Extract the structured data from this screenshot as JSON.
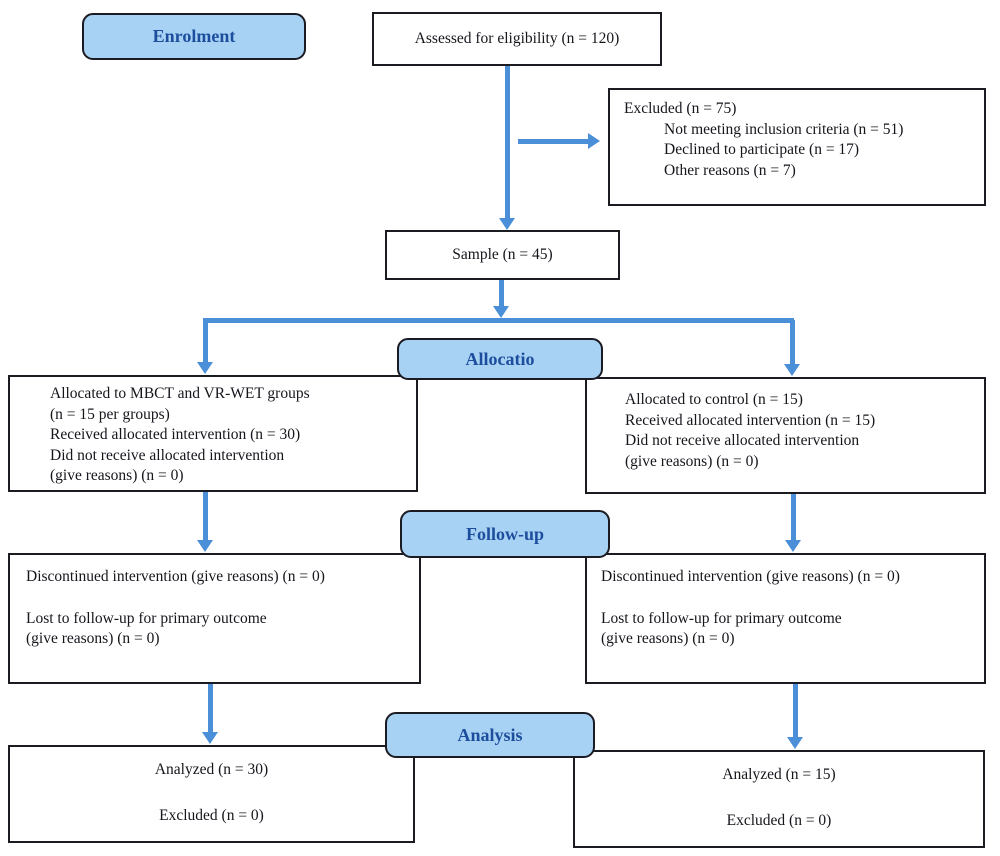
{
  "palette": {
    "label_fill": "#A8D2F4",
    "label_border": "#1B1B22",
    "label_text": "#1D4E9E",
    "arrow_blue": "#4A8FD8",
    "box_border": "#1B1B22",
    "box_fill": "#FFFFFF",
    "text_color": "#15151C",
    "background": "#FFFFFF"
  },
  "stages": {
    "enrolment": "Enrolment",
    "allocation": "Allocatio",
    "followup": "Follow-up",
    "analysis": "Analysis"
  },
  "boxes": {
    "assessed": "Assessed for eligibility (n = 120)",
    "excluded": {
      "title": "Excluded (n = 75)",
      "items": [
        "Not meeting inclusion criteria (n = 51)",
        "Declined to participate (n = 17)",
        "Other reasons (n = 7)"
      ]
    },
    "sample": "Sample (n = 45)",
    "allocation_left": {
      "lines": [
        "Allocated to MBCT and VR-WET groups",
        "(n = 15 per groups)",
        "Received allocated intervention (n = 30)",
        "Did not receive allocated intervention",
        "(give reasons) (n = 0)"
      ]
    },
    "allocation_right": {
      "lines": [
        "Allocated to control (n = 15)",
        "Received allocated intervention (n = 15)",
        "Did not receive allocated intervention",
        "(give reasons) (n = 0)"
      ]
    },
    "followup_left": {
      "line1": "Discontinued intervention (give reasons) (n = 0)",
      "line2": "Lost to follow-up for primary outcome",
      "line3": "(give reasons) (n = 0)"
    },
    "followup_right": {
      "line1": "Discontinued intervention (give reasons) (n = 0)",
      "line2": "Lost to follow-up for primary outcome",
      "line3": "(give reasons) (n = 0)"
    },
    "analysis_left": {
      "analyzed": "Analyzed (n = 30)",
      "excluded": "Excluded (n = 0)"
    },
    "analysis_right": {
      "analyzed": "Analyzed (n = 15)",
      "excluded": "Excluded (n = 0)"
    }
  }
}
